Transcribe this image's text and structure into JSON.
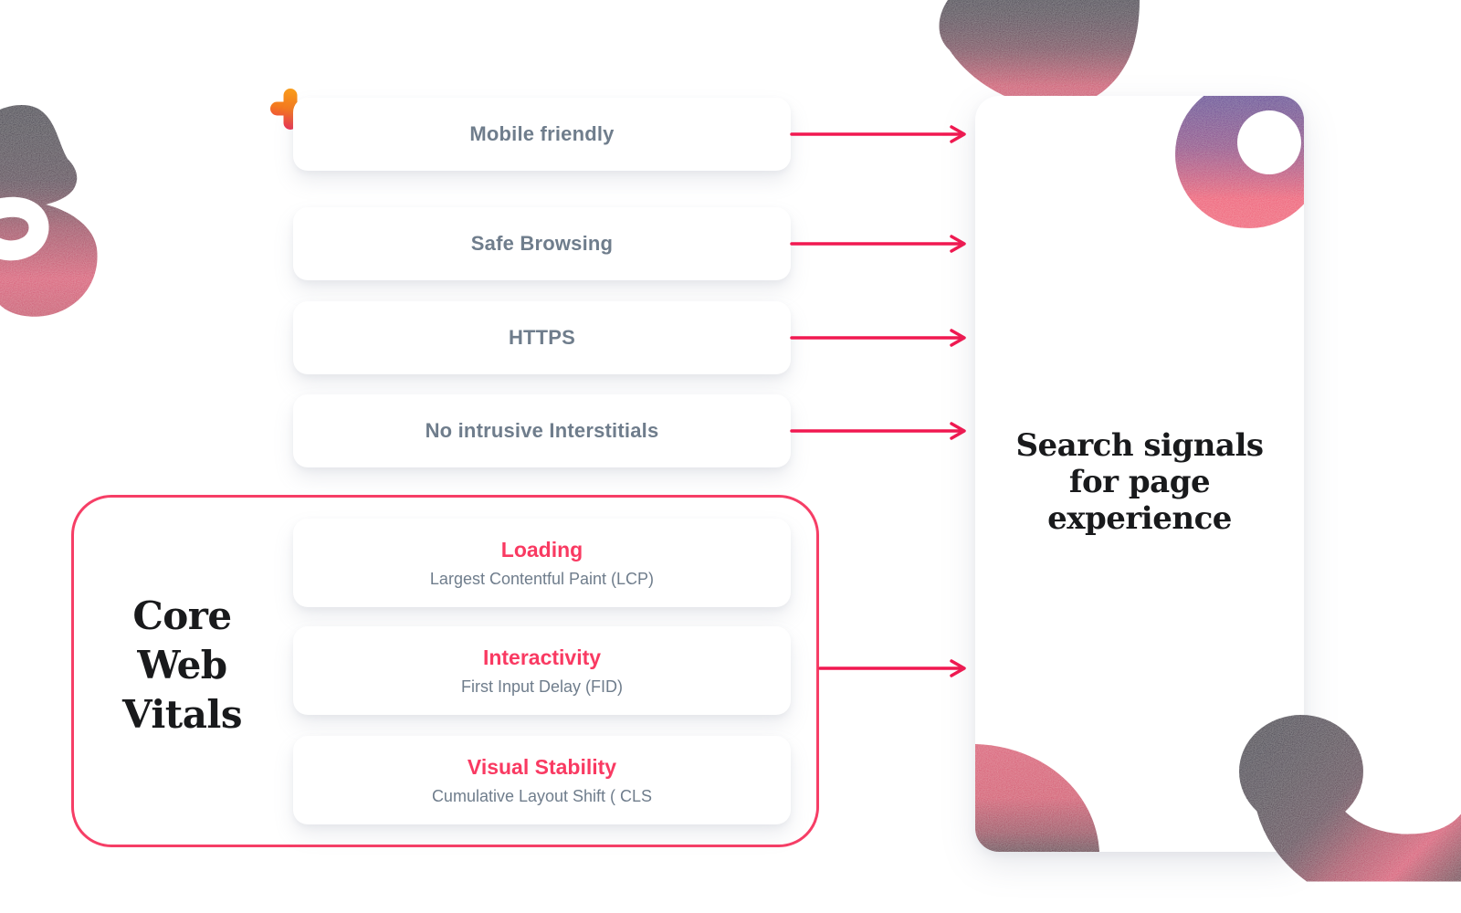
{
  "signals": [
    {
      "label": "Mobile friendly"
    },
    {
      "label": "Safe Browsing"
    },
    {
      "label": "HTTPS"
    },
    {
      "label": "No intrusive Interstitials"
    }
  ],
  "core_web_vitals": {
    "label_lines": [
      "Core",
      "Web",
      "Vitals"
    ],
    "items": [
      {
        "title": "Loading",
        "subtitle": "Largest Contentful Paint (LCP)"
      },
      {
        "title": "Interactivity",
        "subtitle": "First Input Delay (FID)"
      },
      {
        "title": "Visual Stability",
        "subtitle": "Cumulative Layout Shift ( CLS"
      }
    ]
  },
  "result_card": {
    "title_lines": [
      "Search signals",
      "for page experience"
    ]
  },
  "colors": {
    "accent_crimson": "#F11850",
    "group_border_pink": "#F63E66",
    "vital_title_pink": "#F93A62",
    "label_gray": "#6F7D8C",
    "heading_dark": "#191A1C",
    "plus_orange": "#F9A01A",
    "plus_pink": "#E92A59",
    "ink_dark_navy": "#1C0F2E",
    "ink_crimson": "#D8436A",
    "donut_purple": "#3F1692",
    "donut_pink": "#F04B6B"
  },
  "decorations": [
    "plus-icon",
    "left-ink-blob",
    "top-right-ink-blob",
    "bottom-right-ink-blob",
    "donut-shape",
    "quarter-circle-shape"
  ]
}
